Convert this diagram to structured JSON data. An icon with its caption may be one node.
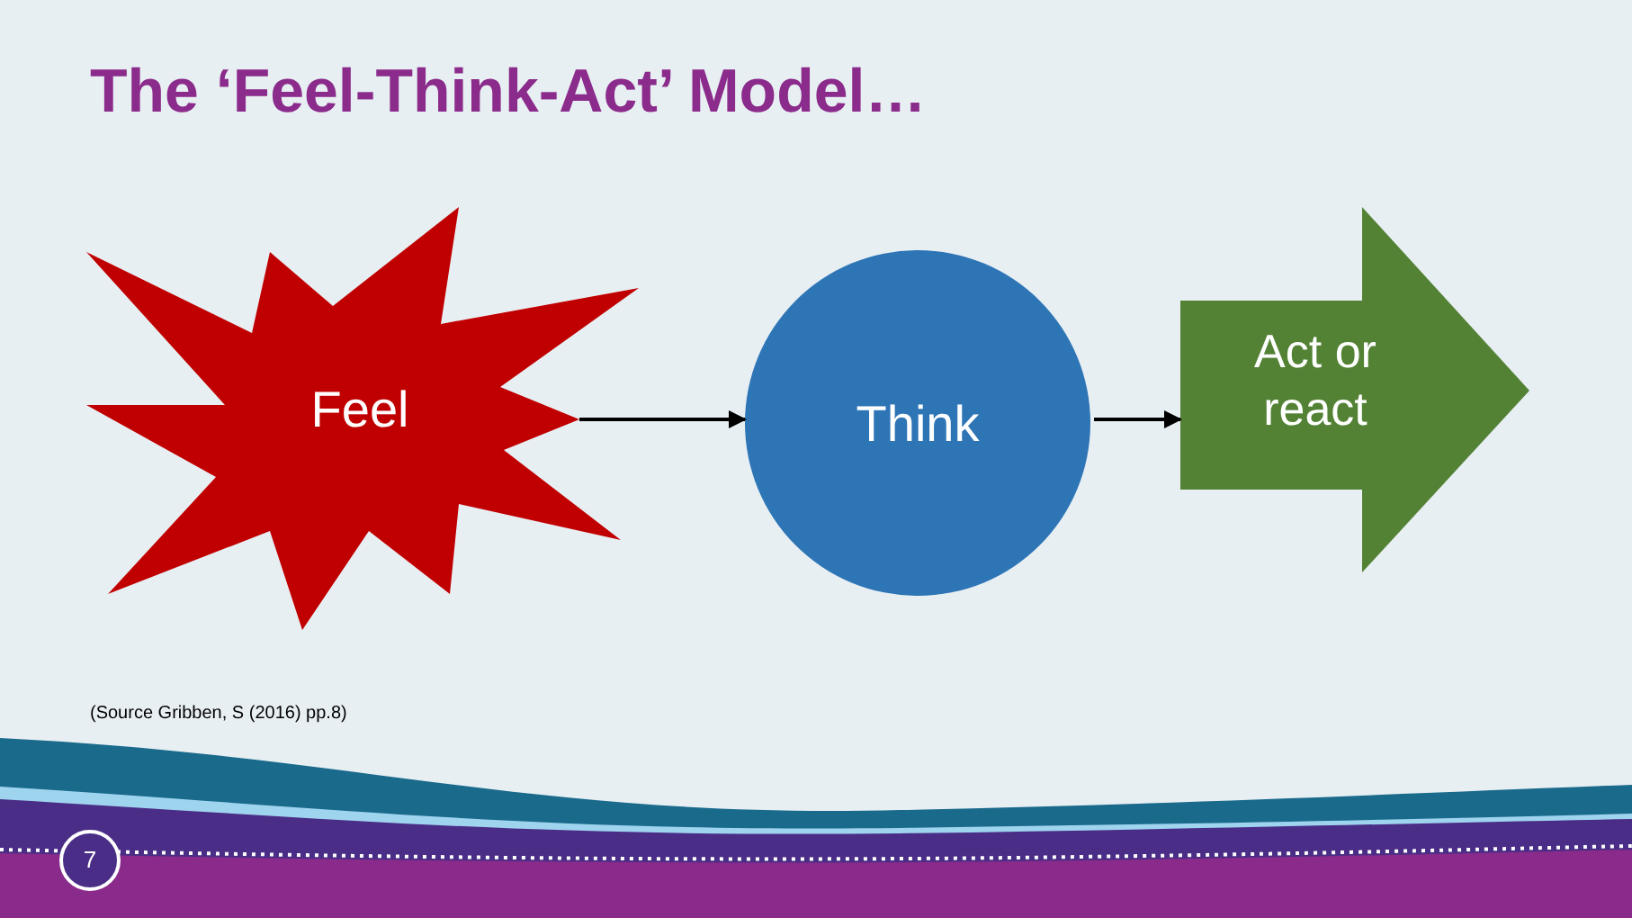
{
  "diagram": {
    "title": "The ‘Feel-Think-Act’ Model…",
    "nodes": [
      {
        "text": [
          "Feel"
        ]
      },
      {
        "text": [
          "Think"
        ]
      },
      {
        "text": [
          "Act or react"
        ]
      }
    ],
    "edges": [
      {
        "from": 0,
        "to": 1,
        "arrow": "to"
      },
      {
        "from": 1,
        "to": 2,
        "arrow": "to"
      }
    ],
    "labels": [
      "(Source Gribben, S (2016) pp.8)",
      "7"
    ]
  }
}
